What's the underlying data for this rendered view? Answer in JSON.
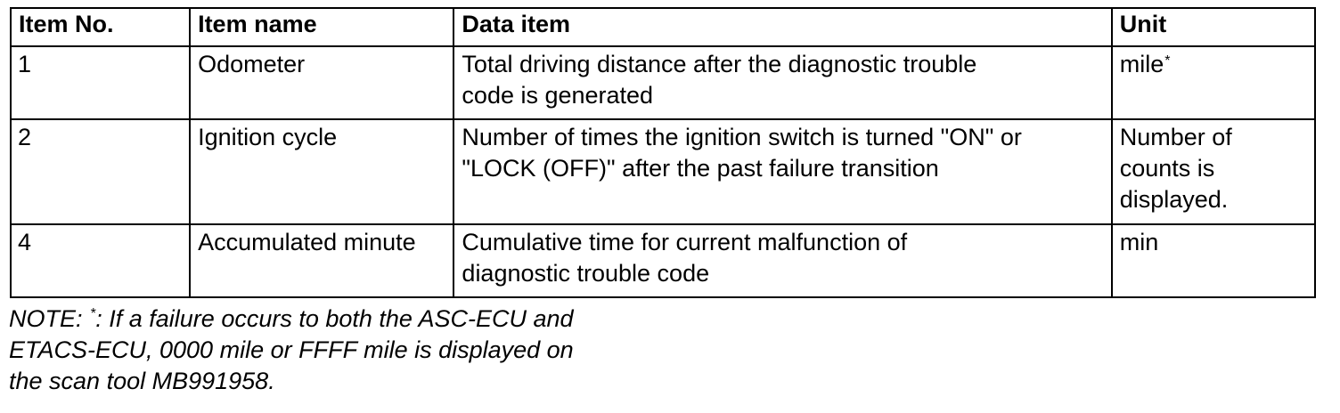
{
  "table": {
    "headers": [
      "Item No.",
      "Item name",
      "Data item",
      "Unit"
    ],
    "rows": [
      {
        "item_no": "1",
        "item_name": "Odometer",
        "data_item_line1": "Total driving distance after the diagnostic trouble",
        "data_item_line2": "code is generated",
        "unit_line1": "mile",
        "unit_sup": "*",
        "unit_line2": "",
        "unit_line3": ""
      },
      {
        "item_no": "2",
        "item_name": "Ignition cycle",
        "data_item_line1": "Number of times the ignition switch is turned \"ON\" or",
        "data_item_line2": "\"LOCK (OFF)\" after the past failure transition",
        "unit_line1": "Number of",
        "unit_sup": "",
        "unit_line2": "counts is",
        "unit_line3": "displayed."
      },
      {
        "item_no": "4",
        "item_name": "Accumulated minute",
        "data_item_line1": "Cumulative time for current malfunction of",
        "data_item_line2": "diagnostic trouble code",
        "unit_line1": "min",
        "unit_sup": "",
        "unit_line2": "",
        "unit_line3": ""
      }
    ]
  },
  "note": {
    "prefix": "NOTE: ",
    "sup": "*",
    "line1": ": If a failure occurs to both the ASC-ECU and",
    "line2": "ETACS-ECU, 0000 mile or FFFF mile is displayed on",
    "line3": "the scan tool MB991958."
  }
}
